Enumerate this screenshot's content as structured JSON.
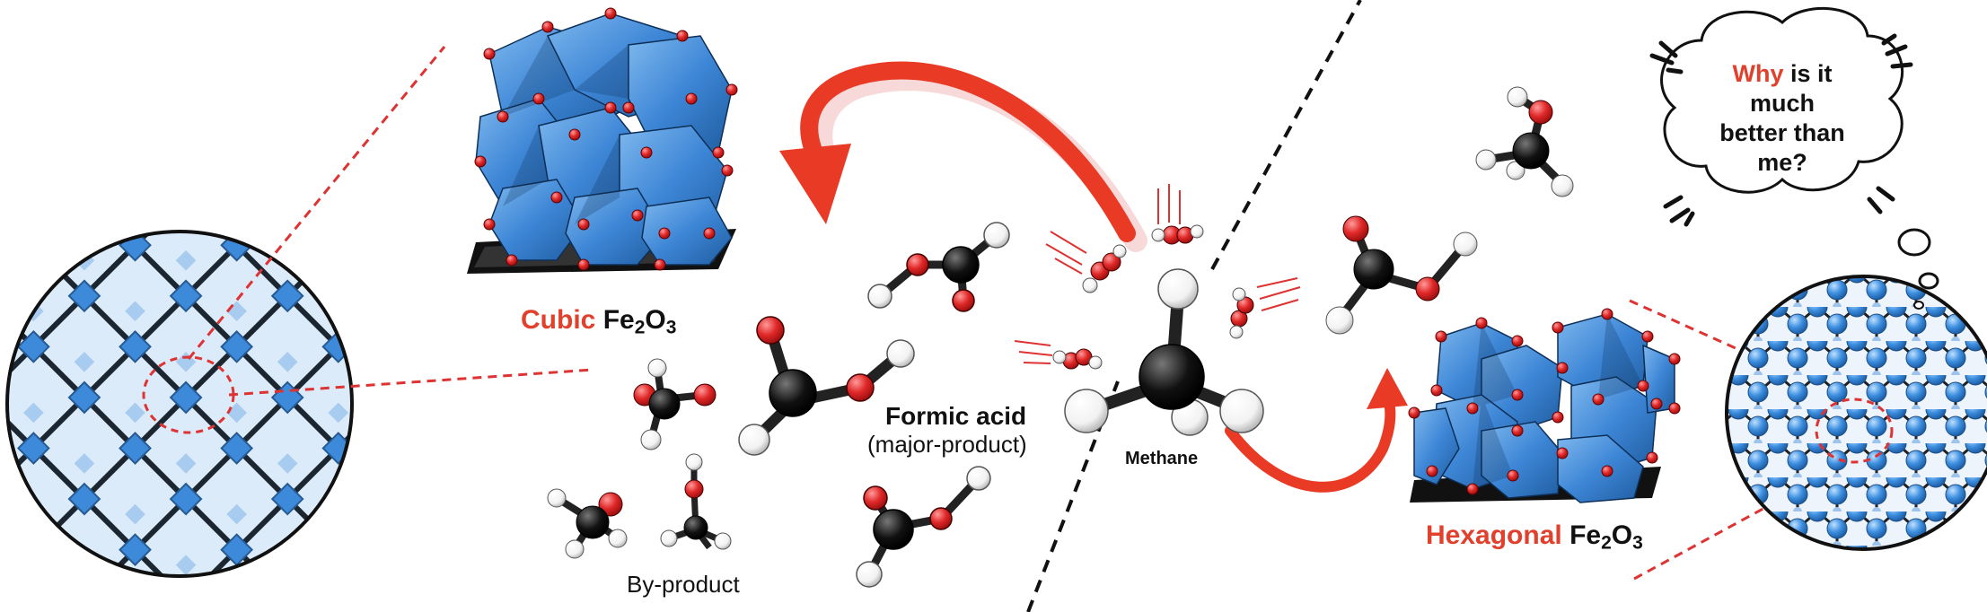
{
  "labels": {
    "cubic_word": "Cubic",
    "cubic_formula_fe": "Fe",
    "cubic_formula_2": "2",
    "cubic_formula_o": "O",
    "cubic_formula_3": "3",
    "hex_word": "Hexagonal",
    "hex_formula_fe": "Fe",
    "hex_formula_2": "2",
    "hex_formula_o": "O",
    "hex_formula_3": "3",
    "formic_acid": "Formic acid",
    "major_product": "(major-product)",
    "by_product": "By-product",
    "methane": "Methane"
  },
  "thought_bubble": {
    "line1_highlight": "Why",
    "line1_rest": " is it",
    "line2": "much",
    "line3": "better than",
    "line4": "me?"
  },
  "colors": {
    "accent_red": "#e0402c",
    "crystal_blue": "#3d86d6",
    "carbon": "#1a1a1a",
    "oxygen": "#e02828",
    "hydrogen": "#ffffff"
  }
}
